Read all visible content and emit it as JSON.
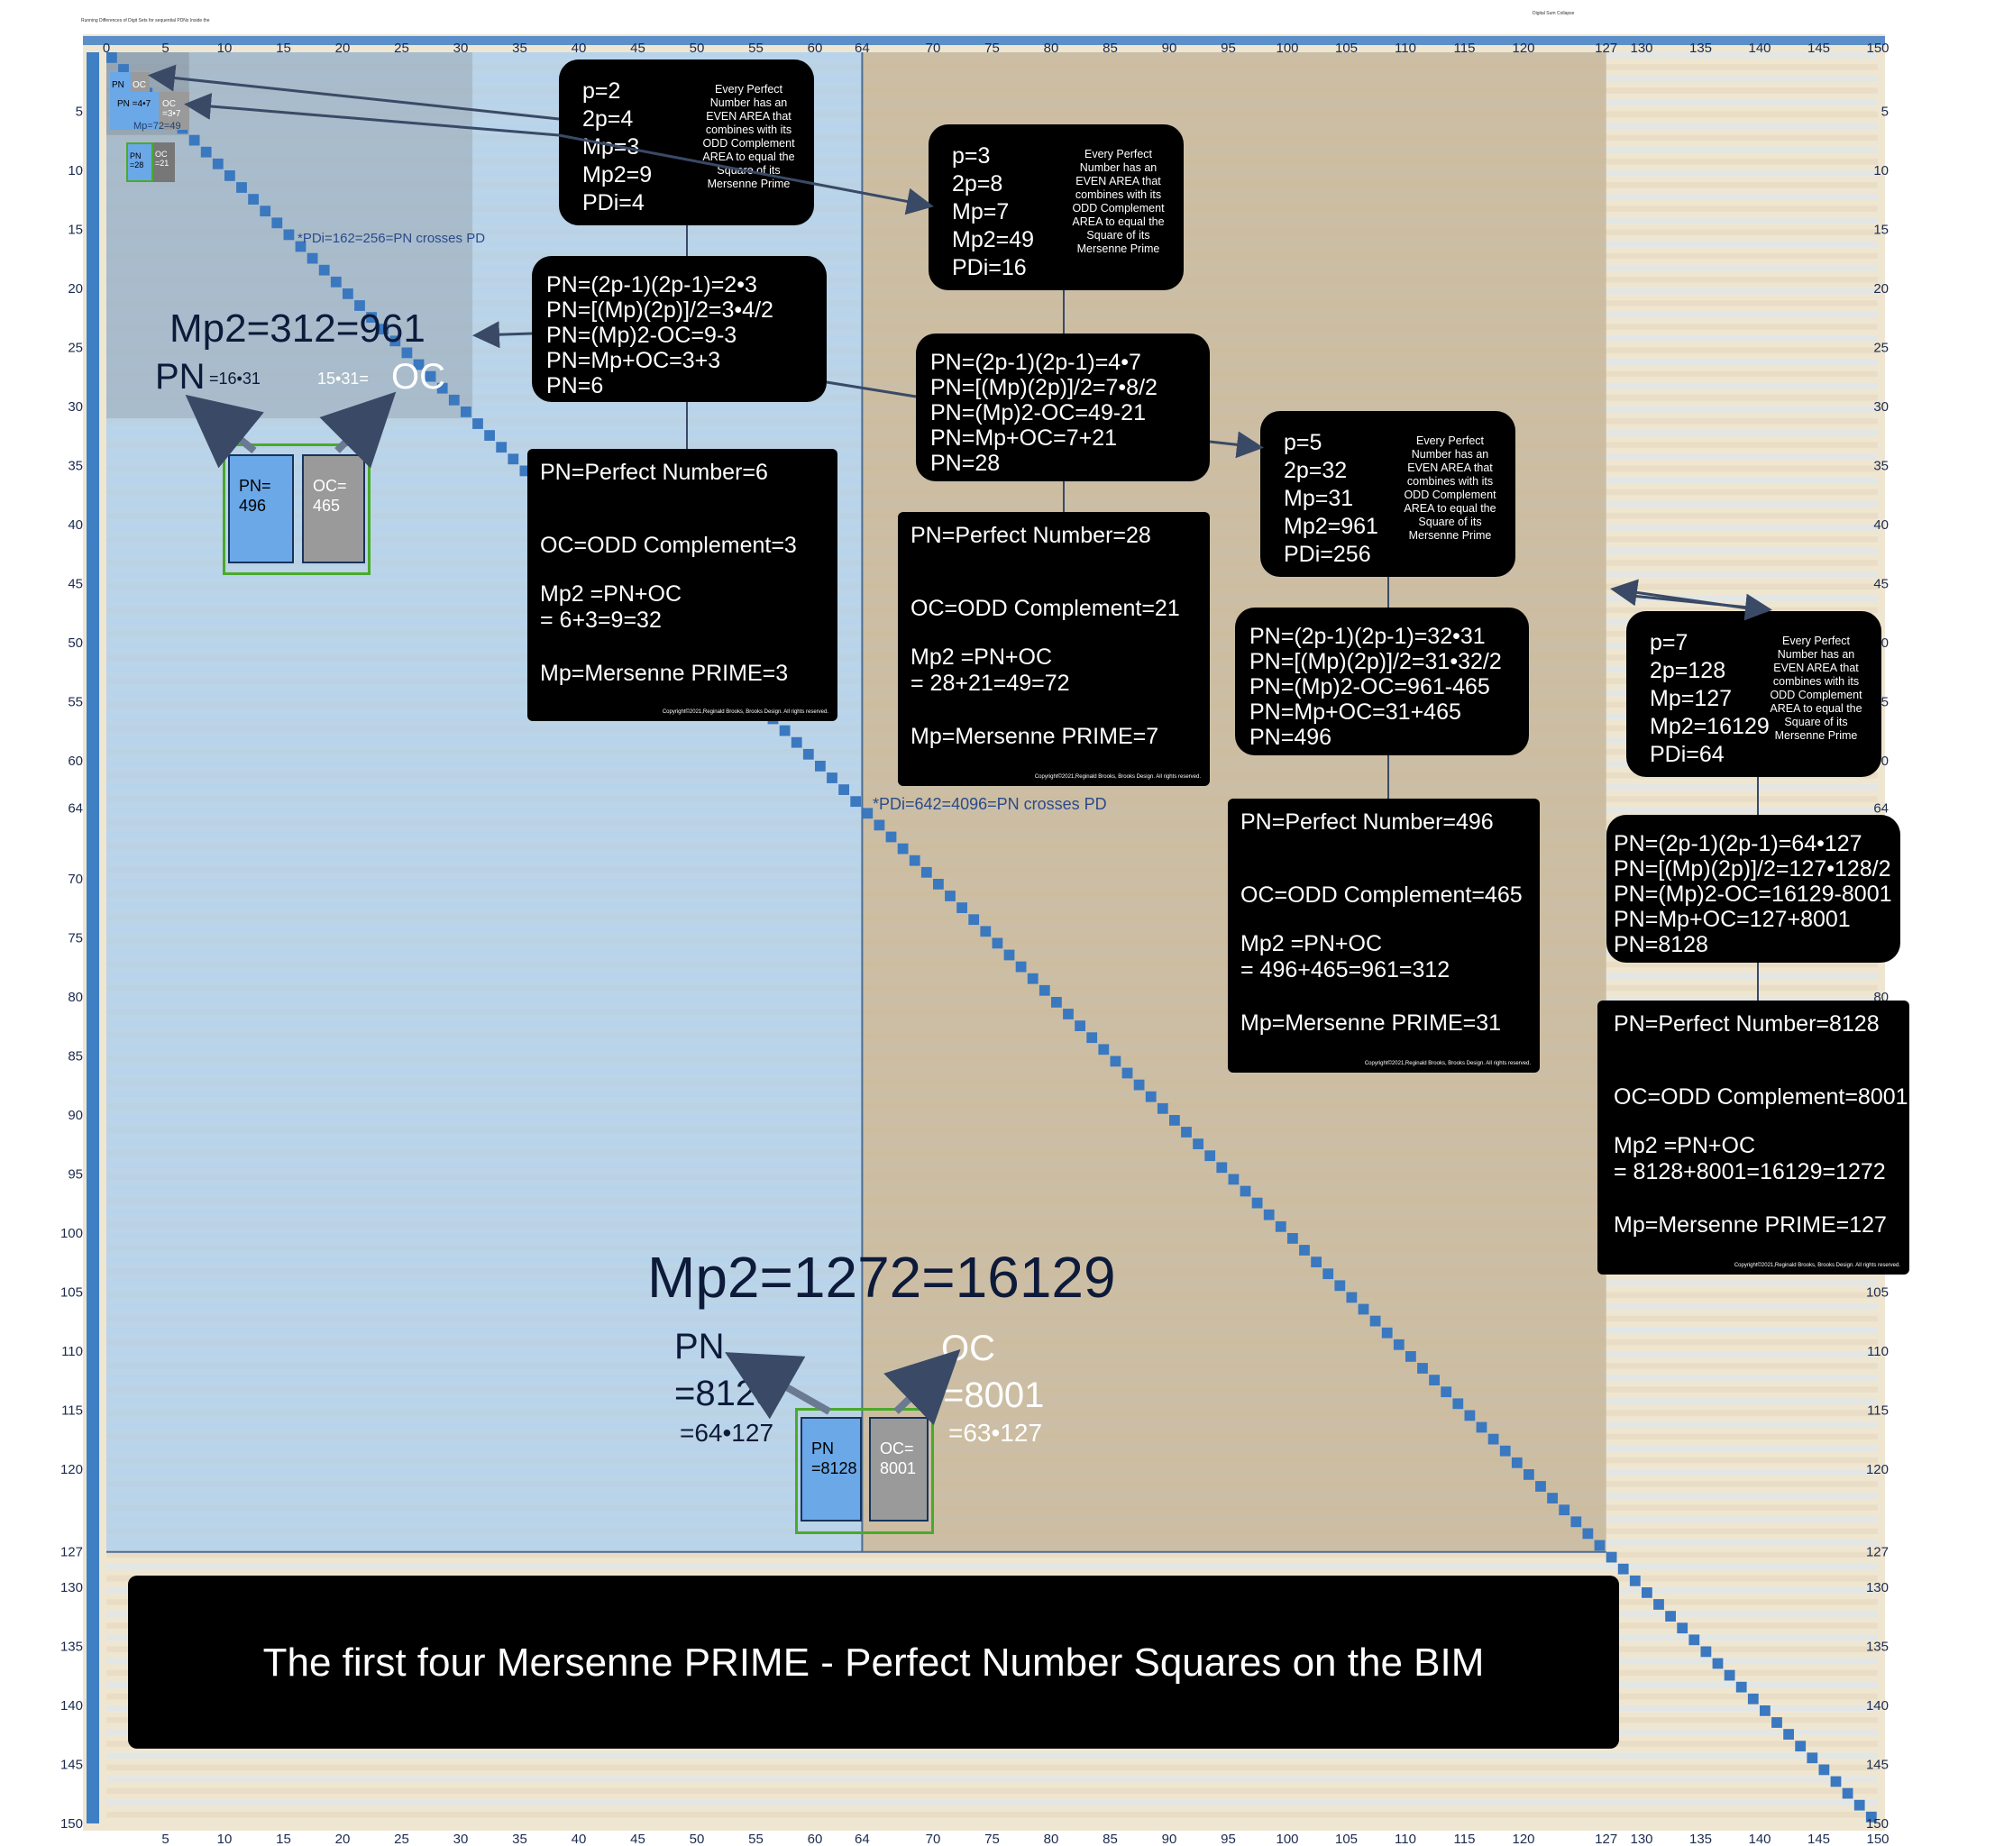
{
  "header": {
    "left_caption": "Running Differences of Digit Sets for sequential PDNs Inside the",
    "right_caption": "Digital Sum Collapse"
  },
  "axis": {
    "ticks": [
      "5",
      "10",
      "15",
      "20",
      "25",
      "30",
      "35",
      "40",
      "45",
      "50",
      "55",
      "60",
      "64",
      "70",
      "75",
      "80",
      "85",
      "90",
      "95",
      "100",
      "105",
      "110",
      "115",
      "120",
      "127",
      "130",
      "135",
      "140",
      "145",
      "150"
    ],
    "origin": "0"
  },
  "colors": {
    "blue_region": "#a9cdee",
    "tan_region": "#c4b497",
    "diagonal": "#3a78c0",
    "green_frame": "#4aaa2a",
    "banner": "#000000"
  },
  "p2": {
    "p": "p=2",
    "two_p": "2p=4",
    "mp": "Mp=3",
    "mp2": "Mp2=9",
    "pd": "PDi=4",
    "side": "Every Perfect Number has an EVEN AREA that combines with its ODD Complement AREA to equal the Square of its Mersenne Prime",
    "f1": "PN=(2p-1)(2p-1)=2•3",
    "f2": "PN=[(Mp)(2p)]/2=3•4/2",
    "f3": "PN=(Mp)2-OC=9-3",
    "f4": "PN=Mp+OC=3+3",
    "f5": "PN=6",
    "d1": "PN=Perfect Number=6",
    "d2": "OC=ODD Complement=3",
    "d3": "Mp2 =PN+OC",
    "d4": "= 6+3=9=32",
    "d5": "Mp=Mersenne PRIME=3",
    "copy": "Copyright©2021,Reginald Brooks, Brooks Design. All rights reserved."
  },
  "p3": {
    "p": "p=3",
    "two_p": "2p=8",
    "mp": "Mp=7",
    "mp2": "Mp2=49",
    "pd": "PDi=16",
    "side": "Every Perfect Number has an EVEN AREA that combines with its ODD Complement AREA to equal the Square of its Mersenne Prime",
    "f1": "PN=(2p-1)(2p-1)=4•7",
    "f2": "PN=[(Mp)(2p)]/2=7•8/2",
    "f3": "PN=(Mp)2-OC=49-21",
    "f4": "PN=Mp+OC=7+21",
    "f5": "PN=28",
    "d1": "PN=Perfect Number=28",
    "d2": "OC=ODD Complement=21",
    "d3": "Mp2 =PN+OC",
    "d4": "= 28+21=49=72",
    "d5": "Mp=Mersenne PRIME=7",
    "copy": "Copyright©2021,Reginald Brooks, Brooks Design. All rights reserved."
  },
  "p5": {
    "p": "p=5",
    "two_p": "2p=32",
    "mp": "Mp=31",
    "mp2": "Mp2=961",
    "pd": "PDi=256",
    "side": "Every Perfect Number has an EVEN AREA that combines with its ODD Complement AREA to equal the Square of its Mersenne Prime",
    "f1": "PN=(2p-1)(2p-1)=32•31",
    "f2": "PN=[(Mp)(2p)]/2=31•32/2",
    "f3": "PN=(Mp)2-OC=961-465",
    "f4": "PN=Mp+OC=31+465",
    "f5": "PN=496",
    "d1": "PN=Perfect Number=496",
    "d2": "OC=ODD Complement=465",
    "d3": "Mp2 =PN+OC",
    "d4": "= 496+465=961=312",
    "d5": "Mp=Mersenne PRIME=31",
    "copy": "Copyright©2021,Reginald Brooks, Brooks Design. All rights reserved."
  },
  "p7": {
    "p": "p=7",
    "two_p": "2p=128",
    "mp": "Mp=127",
    "mp2": "Mp2=16129",
    "pd": "PDi=64",
    "side": "Every Perfect Number has an EVEN AREA that combines with its ODD Complement AREA to equal the Square of its Mersenne Prime",
    "f1": "PN=(2p-1)(2p-1)=64•127",
    "f2": "PN=[(Mp)(2p)]/2=127•128/2",
    "f3": "PN=(Mp)2-OC=16129-8001",
    "f4": "PN=Mp+OC=127+8001",
    "f5": "PN=8128",
    "d1": "PN=Perfect Number=8128",
    "d2": "OC=ODD Complement=8001",
    "d3": "Mp2 =PN+OC",
    "d4": "= 8128+8001=16129=1272",
    "d5": "Mp=Mersenne PRIME=127",
    "copy": "Copyright©2021,Reginald Brooks, Brooks Design. All rights reserved."
  },
  "small_squares": {
    "pn6": "PN",
    "oc3": "OC",
    "pn28": "PN =4•7",
    "oc21": "OC =3•7",
    "mp49": "Mp=72=49",
    "pn496_sm": "PN =28",
    "oc465_sm": "OC =21"
  },
  "mid_label": {
    "title": "Mp2=312=961",
    "pn": "PN",
    "pn_sub": "=16•31",
    "oc": "OC",
    "oc_sub": "15•31=",
    "pn_box": "PN= 496",
    "oc_box": "OC= 465",
    "pd_cross": "*PDi=162=256=PN crosses PD"
  },
  "big_label": {
    "title": "Mp2=1272=16129",
    "pn": "PN",
    "pn_val": "=8128",
    "pn_sub": "=64•127",
    "oc": "OC",
    "oc_val": "=8001",
    "oc_sub": "=63•127",
    "pn_box": "PN =8128",
    "oc_box": "OC= 8001",
    "pd_cross": "*PDi=642=4096=PN crosses PD"
  },
  "banner": "The first four Mersenne PRIME - Perfect Number Squares on the BIM"
}
